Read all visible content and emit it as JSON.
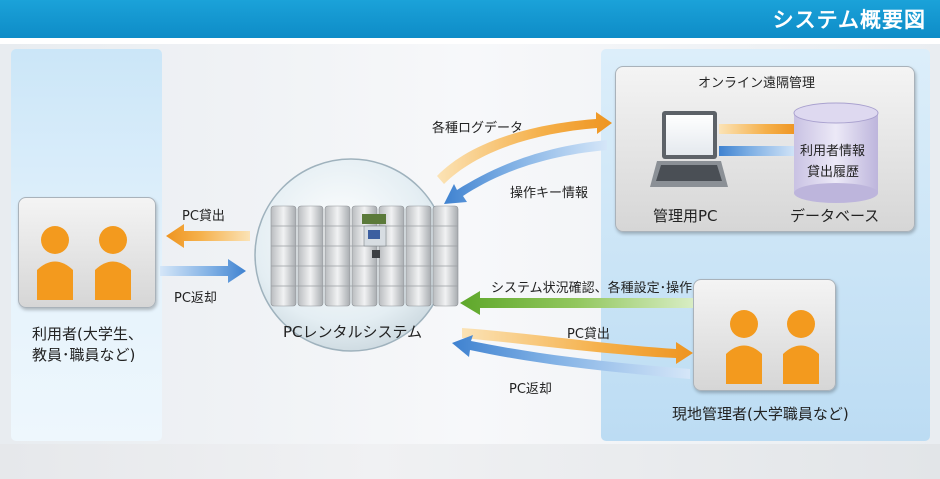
{
  "header": {
    "title": "システム概要図"
  },
  "left": {
    "user_label_line1": "利用者(大学生、",
    "user_label_line2": "教員･職員など)"
  },
  "center": {
    "system_label": "PCレンタルシステム"
  },
  "online": {
    "title": "オンライン遠隔管理",
    "pc_label": "管理用PC",
    "db_label": "データベース",
    "db_text_line1": "利用者情報",
    "db_text_line2": "貸出履歴"
  },
  "local": {
    "manager_label": "現地管理者(大学職員など)"
  },
  "arrows": {
    "pc_lend_left": "PC貸出",
    "pc_return_left": "PC返却",
    "log_data": "各種ログデータ",
    "key_info": "操作キー情報",
    "status_settings": "システム状況確認、各種設定･操作",
    "pc_lend_right": "PC貸出",
    "pc_return_right": "PC返却"
  },
  "colors": {
    "accent_blue": "#1399d4",
    "orange": "#f2a23a",
    "blue_arrow": "#4d8fd6",
    "green": "#72b63a",
    "person": "#f39a1e"
  }
}
